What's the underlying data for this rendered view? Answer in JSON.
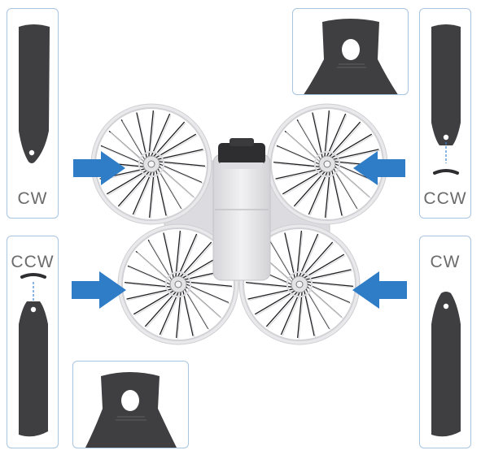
{
  "panels": {
    "top_left": {
      "label": "CW"
    },
    "top_right": {
      "label": "CCW"
    },
    "bottom_left": {
      "label": "CCW"
    },
    "bottom_right": {
      "label": "CW"
    }
  },
  "colors": {
    "arrow": "#2f7cc7",
    "propeller_blade": "#3f3f42",
    "frame_border": "#a9c4df",
    "drone_body": "#e6e6e9",
    "marker_line": "#3b86d1"
  }
}
